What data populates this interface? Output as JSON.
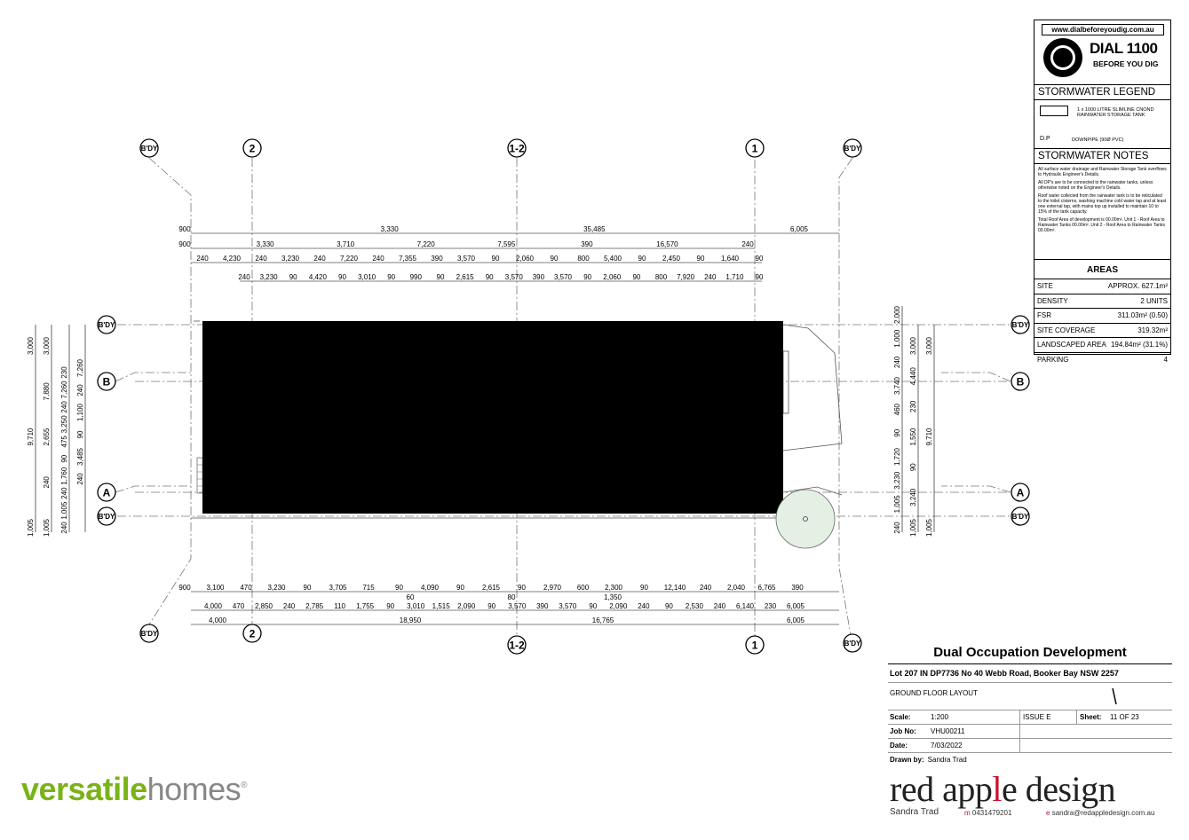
{
  "grid_labels": {
    "top": [
      "B'DY",
      "2",
      "1-2",
      "1",
      "B'DY"
    ],
    "bottom": [
      "B'DY",
      "2",
      "1-2",
      "1",
      "B'DY"
    ],
    "left": [
      "B'DY",
      "B",
      "A",
      "B'DY"
    ],
    "right": [
      "B'DY",
      "B",
      "A",
      "B'DY"
    ]
  },
  "dimensions": {
    "top_row1": [
      "900",
      "3,330",
      "35,485",
      "6,005"
    ],
    "top_row2": [
      "900",
      "3,330",
      "3,710",
      "7,220",
      "7,595",
      "390",
      "16,570",
      "240"
    ],
    "top_row3": [
      "240",
      "4,230",
      "240",
      "3,230",
      "240",
      "7,220",
      "240",
      "7,355",
      "390",
      "3,570",
      "90",
      "2,060",
      "90",
      "800",
      "5,400",
      "90",
      "2,450",
      "90",
      "1,640",
      "90"
    ],
    "top_row4": [
      "240",
      "3,230",
      "90",
      "4,420",
      "90",
      "3,010",
      "90",
      "990",
      "90",
      "2,615",
      "90",
      "3,570",
      "390",
      "3,570",
      "90",
      "2,060",
      "90",
      "800",
      "7,920",
      "240",
      "1,710",
      "90"
    ],
    "bottom_row1": [
      "900",
      "3,100",
      "470",
      "3,230",
      "90",
      "3,705",
      "715",
      "90",
      "4,090",
      "90",
      "2,615",
      "90",
      "2,970",
      "600",
      "2,300",
      "90",
      "12,140",
      "240",
      "2,040",
      "6,765",
      "390"
    ],
    "bottom_mid": [
      "60",
      "80",
      "1,350"
    ],
    "bottom_row2": [
      "4,000",
      "470",
      "2,850",
      "240",
      "2,785",
      "110",
      "1,755",
      "90",
      "3,010",
      "1,515",
      "2,090",
      "90",
      "3,570",
      "390",
      "3,570",
      "90",
      "2,090",
      "240",
      "90",
      "2,530",
      "240",
      "6,140",
      "230",
      "6,005"
    ],
    "bottom_row3": [
      "4,000",
      "18,950",
      "16,765",
      "6,005"
    ],
    "left_col1": [
      "3,000",
      "9,710",
      "1,005"
    ],
    "left_col2": [
      "3,000",
      "7,880",
      "2,655",
      "240",
      "1,005"
    ],
    "left_col3": [
      "230",
      "7,260",
      "240",
      "3,250",
      "475",
      "90",
      "1,760",
      "240",
      "1,005",
      "240"
    ],
    "left_col4": [
      "7,260",
      "240",
      "1,100",
      "90",
      "3,485",
      "240"
    ],
    "right_col1": [
      "2,000",
      "1,000",
      "240",
      "3,740",
      "460",
      "90",
      "1,720",
      "3,230",
      "1,005",
      "240"
    ],
    "right_col2": [
      "3,000",
      "4,440",
      "230",
      "1,550",
      "90",
      "3,240",
      "1,005"
    ],
    "right_col3": [
      "3,000",
      "9,710",
      "1,005"
    ]
  },
  "panel": {
    "dbyd_url": "www.dialbeforeyoudig.com.au",
    "dbyd_line1": "DIAL 1100",
    "dbyd_line2": "BEFORE YOU DIG",
    "legend_title": "STORMWATER LEGEND",
    "legend_item1": "1 x 1000 LITRE SLIMLINE CNOND RAINWATER STORAGE TANK",
    "legend_item2_sym": "D.P",
    "legend_item2": "DOWNPIPE (90Ø PVC)",
    "notes_title": "STORMWATER NOTES",
    "notes": [
      "All surface water drainage and Rainwater Storage Tank overflows to Hydraulic Engineer's Details.",
      "All DP's are to be connected to the rainwater tanks, unless otherwise noted on the Engineer's Details.",
      "Roof water collected from the rainwater tank is to be reticulated to the toilet cisterns, washing machine cold water tap and at least one external tap, with mains top up installed to maintain 10 to 15% of the tank capacity.",
      "Total Roof Area of development is 00.00m². Unit 1 - Roof Area to Rainwater Tanks 00.00m². Unit 2 - Roof Area to Rainwater Tanks 00.00m²."
    ],
    "areas_title": "AREAS",
    "areas": [
      {
        "label": "SITE",
        "value": "APPROX. 627.1m²"
      },
      {
        "label": "DENSITY",
        "value": "2 UNITS"
      },
      {
        "label": "FSR",
        "value": "311.03m² (0.50)"
      },
      {
        "label": "SITE COVERAGE",
        "value": "319.32m²"
      },
      {
        "label": "LANDSCAPED AREA",
        "value": "194.84m² (31.1%)"
      },
      {
        "label": "PARKING",
        "value": "4"
      }
    ]
  },
  "title_block": {
    "project": "Dual Occupation Development",
    "address": "Lot 207 IN DP7736 No 40 Webb Road, Booker Bay NSW 2257",
    "drawing": "GROUND FLOOR LAYOUT",
    "scale_label": "Scale:",
    "scale": "1:200",
    "issue": "ISSUE E",
    "sheet_label": "Sheet:",
    "sheet": "11 OF 23",
    "job_label": "Job No:",
    "job": "VHU00211",
    "date_label": "Date:",
    "date": "7/03/2022",
    "drawn_label": "Drawn by:",
    "drawn": "Sandra Trad"
  },
  "branding": {
    "vh_part1": "versatile",
    "vh_part2": "homes",
    "vh_mark": "®",
    "rad_part1": "red app",
    "rad_part2": "l",
    "rad_part3": "e design",
    "rad_name": "Sandra Trad",
    "rad_m_label": "m",
    "rad_phone": "0431479201",
    "rad_e_label": "e",
    "rad_email": "sandra@redappledesign.com.au",
    "accent_green": "#7ab317",
    "accent_red": "#c8102e"
  }
}
